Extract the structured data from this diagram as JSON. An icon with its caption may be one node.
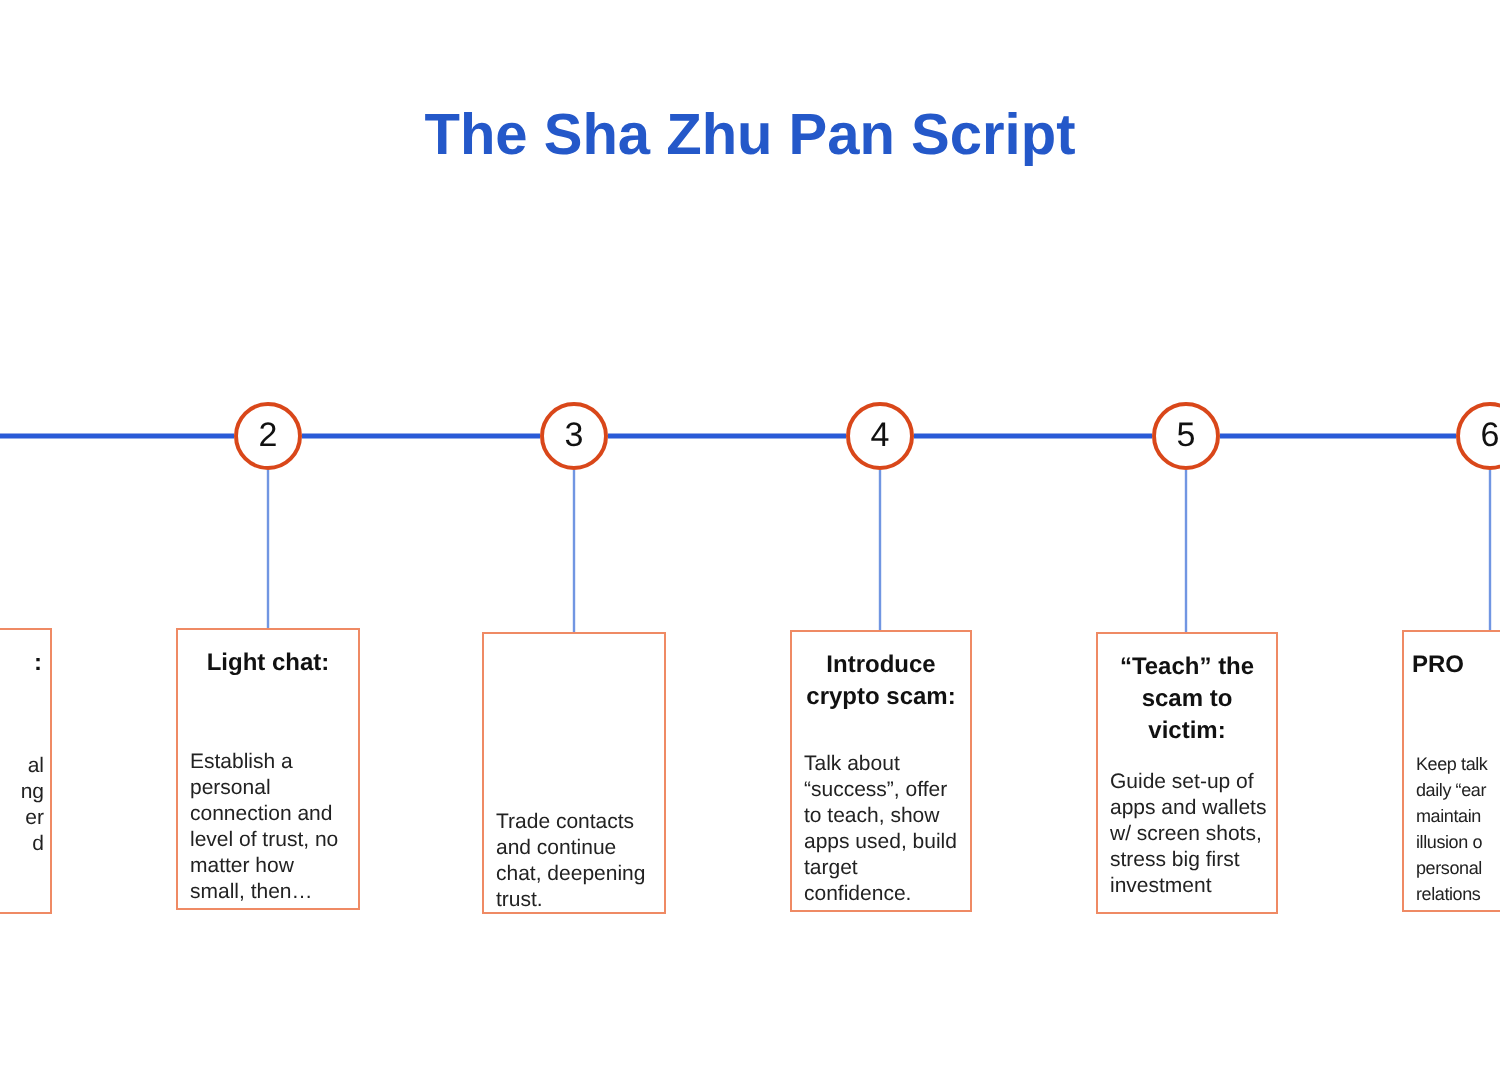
{
  "diagram": {
    "title": "The Sha Zhu Pan Script",
    "nodes": [
      {
        "text": [
          "2"
        ]
      },
      {
        "text": [
          "3"
        ]
      },
      {
        "text": [
          "4"
        ]
      },
      {
        "text": [
          "5"
        ]
      },
      {
        "text": [
          "6"
        ]
      },
      {
        "text": [
          ":",
          "al ng er d"
        ]
      },
      {
        "text": [
          "Light chat:",
          "Establish a personal connection and level of trust, no matter how small, then…"
        ]
      },
      {
        "text": [
          "Trade contacts and continue chat, deepening trust."
        ]
      },
      {
        "text": [
          "Introduce crypto scam:",
          "Talk about “success”, offer to teach, show apps used, build target confidence."
        ]
      },
      {
        "text": [
          "“Teach” the scam to victim:",
          "Guide set-up of apps and wallets w/ screen shots, stress big first investment"
        ]
      },
      {
        "text": [
          "PRO",
          "Keep talk daily “ear maintain illusion o personal relations"
        ]
      }
    ],
    "edges": [
      {
        "from": null,
        "to": 0,
        "arrow": "none"
      },
      {
        "from": 0,
        "to": 1,
        "arrow": "none"
      },
      {
        "from": 1,
        "to": 2,
        "arrow": "none"
      },
      {
        "from": 2,
        "to": 3,
        "arrow": "none"
      },
      {
        "from": 3,
        "to": 4,
        "arrow": "none"
      },
      {
        "from": 0,
        "to": 6,
        "arrow": "none"
      },
      {
        "from": 1,
        "to": 7,
        "arrow": "none"
      },
      {
        "from": 2,
        "to": 8,
        "arrow": "none"
      },
      {
        "from": 3,
        "to": 9,
        "arrow": "none"
      },
      {
        "from": 4,
        "to": 10,
        "arrow": "none"
      }
    ]
  }
}
